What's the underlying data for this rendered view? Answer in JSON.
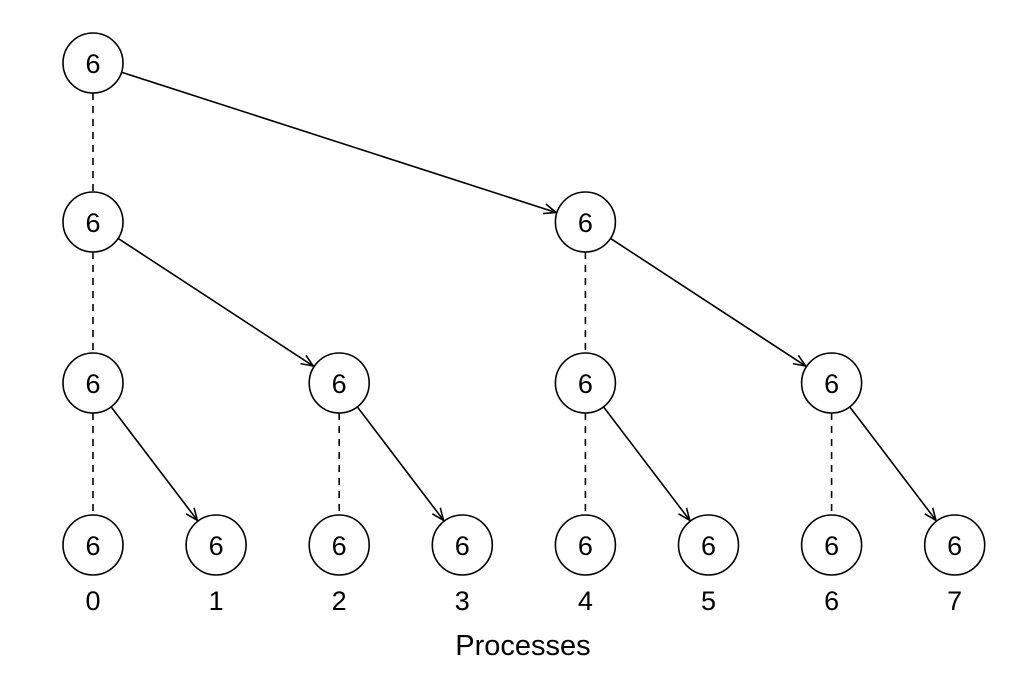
{
  "diagram": {
    "axis_title": "Processes",
    "process_labels": [
      "0",
      "1",
      "2",
      "3",
      "4",
      "5",
      "6",
      "7"
    ],
    "nodes": [
      {
        "id": "r0_p0",
        "level": 0,
        "process": 0,
        "value": "6"
      },
      {
        "id": "r1_p0",
        "level": 1,
        "process": 0,
        "value": "6"
      },
      {
        "id": "r1_p4",
        "level": 1,
        "process": 4,
        "value": "6"
      },
      {
        "id": "r2_p0",
        "level": 2,
        "process": 0,
        "value": "6"
      },
      {
        "id": "r2_p2",
        "level": 2,
        "process": 2,
        "value": "6"
      },
      {
        "id": "r2_p4",
        "level": 2,
        "process": 4,
        "value": "6"
      },
      {
        "id": "r2_p6",
        "level": 2,
        "process": 6,
        "value": "6"
      },
      {
        "id": "r3_p0",
        "level": 3,
        "process": 0,
        "value": "6"
      },
      {
        "id": "r3_p1",
        "level": 3,
        "process": 1,
        "value": "6"
      },
      {
        "id": "r3_p2",
        "level": 3,
        "process": 2,
        "value": "6"
      },
      {
        "id": "r3_p3",
        "level": 3,
        "process": 3,
        "value": "6"
      },
      {
        "id": "r3_p4",
        "level": 3,
        "process": 4,
        "value": "6"
      },
      {
        "id": "r3_p5",
        "level": 3,
        "process": 5,
        "value": "6"
      },
      {
        "id": "r3_p6",
        "level": 3,
        "process": 6,
        "value": "6"
      },
      {
        "id": "r3_p7",
        "level": 3,
        "process": 7,
        "value": "6"
      }
    ],
    "edges": [
      {
        "from": "r0_p0",
        "to": "r1_p0",
        "style": "dashed"
      },
      {
        "from": "r0_p0",
        "to": "r1_p4",
        "style": "arrow"
      },
      {
        "from": "r1_p0",
        "to": "r2_p0",
        "style": "dashed"
      },
      {
        "from": "r1_p0",
        "to": "r2_p2",
        "style": "arrow"
      },
      {
        "from": "r1_p4",
        "to": "r2_p4",
        "style": "dashed"
      },
      {
        "from": "r1_p4",
        "to": "r2_p6",
        "style": "arrow"
      },
      {
        "from": "r2_p0",
        "to": "r3_p0",
        "style": "dashed"
      },
      {
        "from": "r2_p0",
        "to": "r3_p1",
        "style": "arrow"
      },
      {
        "from": "r2_p2",
        "to": "r3_p2",
        "style": "dashed"
      },
      {
        "from": "r2_p2",
        "to": "r3_p3",
        "style": "arrow"
      },
      {
        "from": "r2_p4",
        "to": "r3_p4",
        "style": "dashed"
      },
      {
        "from": "r2_p4",
        "to": "r3_p5",
        "style": "arrow"
      },
      {
        "from": "r2_p6",
        "to": "r3_p6",
        "style": "dashed"
      },
      {
        "from": "r2_p6",
        "to": "r3_p7",
        "style": "arrow"
      }
    ]
  }
}
